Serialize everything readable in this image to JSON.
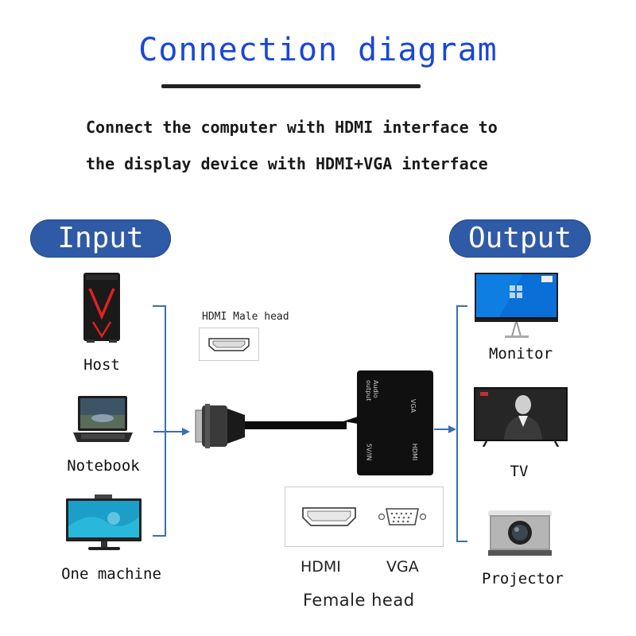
{
  "title": "Connection diagram",
  "subtitle": {
    "line1": "Connect the computer with HDMI interface to",
    "line2": "the display device with HDMI+VGA interface"
  },
  "input": {
    "heading": "Input",
    "devices": [
      {
        "label": "Host",
        "icon": "pc-tower-icon"
      },
      {
        "label": "Notebook",
        "icon": "laptop-icon"
      },
      {
        "label": "One machine",
        "icon": "all-in-one-pc-icon"
      }
    ]
  },
  "output": {
    "heading": "Output",
    "devices": [
      {
        "label": "Monitor",
        "icon": "monitor-icon"
      },
      {
        "label": "TV",
        "icon": "tv-icon"
      },
      {
        "label": "Projector",
        "icon": "projector-icon"
      }
    ]
  },
  "adapter": {
    "male_head_label": "HDMI Male head",
    "box_port_labels": [
      "Audio\noutput",
      "VGA",
      "5V/IN",
      "HDMI"
    ],
    "female_ports": [
      "HDMI",
      "VGA"
    ],
    "female_label": "Female head"
  },
  "colors": {
    "title": "#1947d8",
    "pill": "#2f5aa6",
    "bracket": "#3a6fb0",
    "adapter": "#111111"
  }
}
